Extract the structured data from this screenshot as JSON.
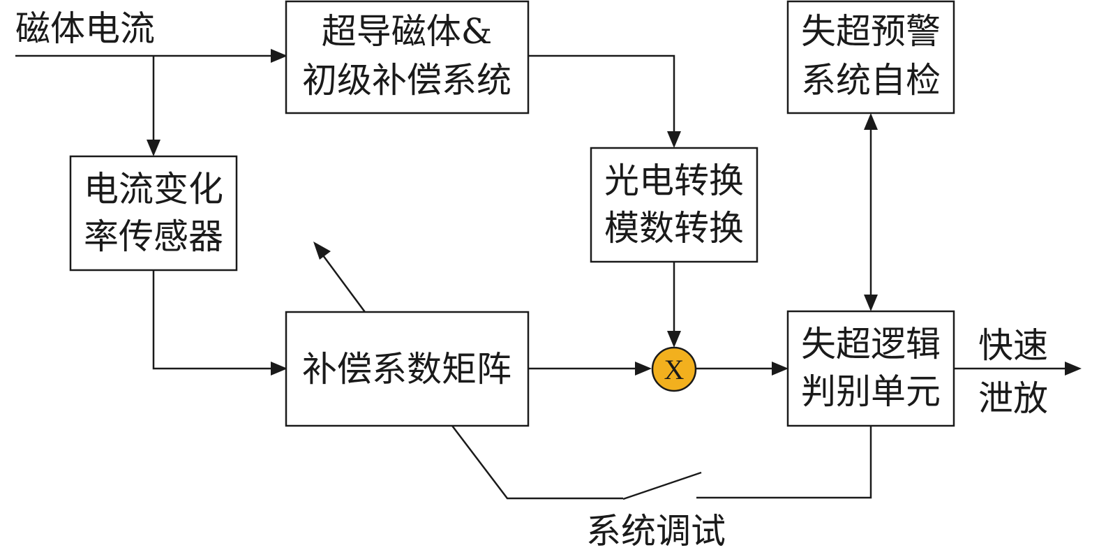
{
  "input": {
    "label": "磁体电流"
  },
  "blocks": {
    "magnet": {
      "line1": "超导磁体&",
      "line2": "初级补偿系统"
    },
    "sensor": {
      "line1": "电流变化",
      "line2": "率传感器"
    },
    "converter": {
      "line1": "光电转换",
      "line2": "模数转换"
    },
    "matrix": {
      "line1": "补偿系数矩阵"
    },
    "selfcheck": {
      "line1": "失超预警",
      "line2": "系统自检"
    },
    "logic": {
      "line1": "失超逻辑",
      "line2": "判别单元"
    }
  },
  "multiplier": {
    "symbol": "X",
    "fill": "#f2b01e"
  },
  "output": {
    "line1": "快速",
    "line2": "泄放"
  },
  "switch": {
    "label": "系统调试"
  }
}
